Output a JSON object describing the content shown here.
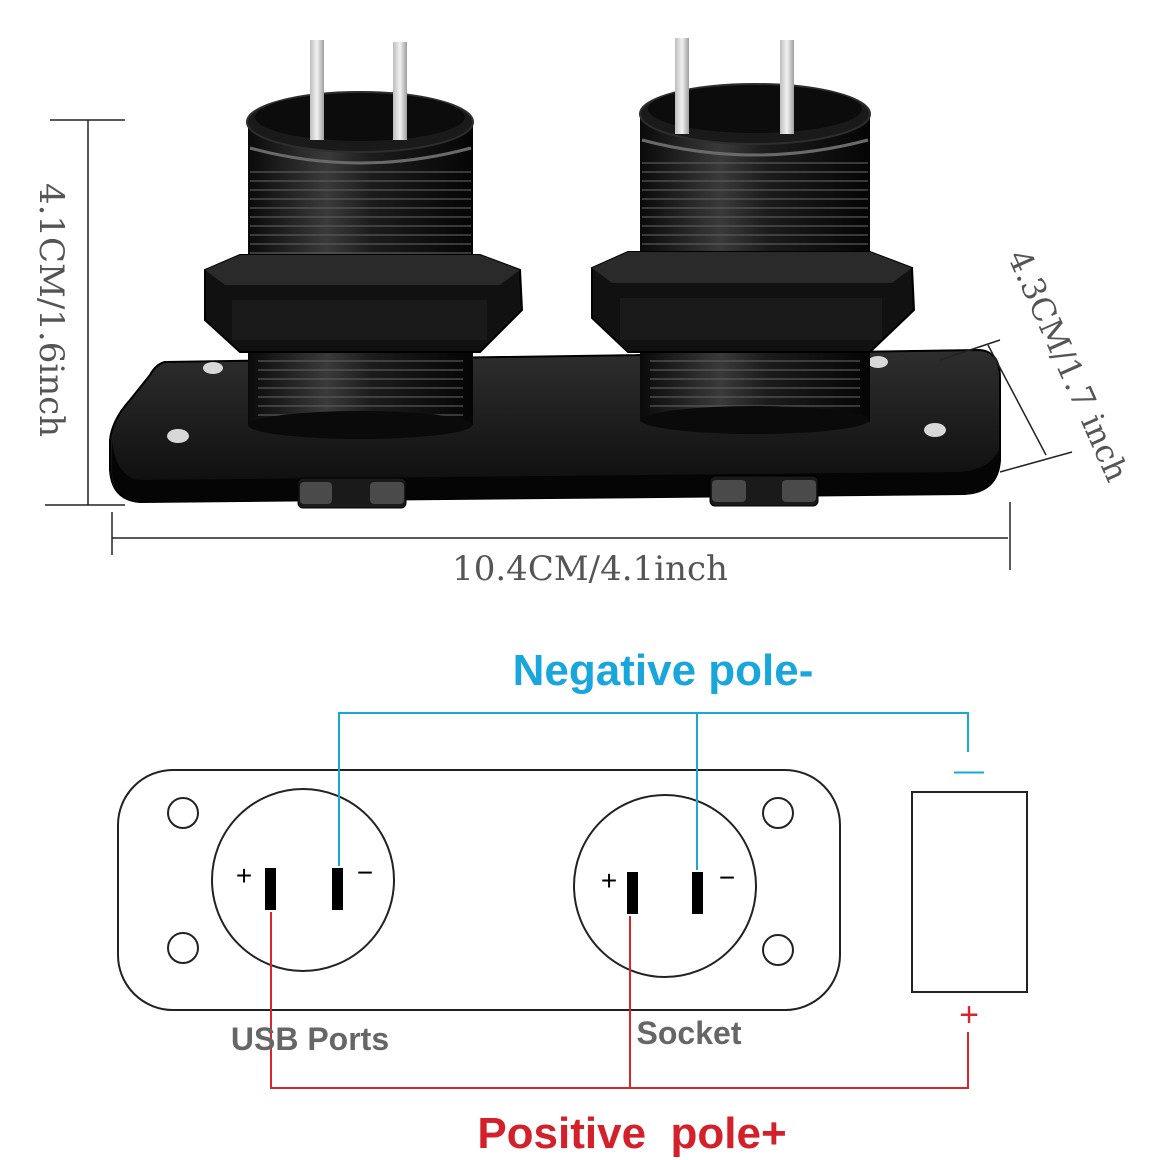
{
  "dimensions": {
    "height_label": "4.1CM/1.6inch",
    "depth_label": "4.3CM/1.7 inch",
    "width_label": "10.4CM/4.1inch"
  },
  "wiring": {
    "negative_label": "Negative pole-",
    "positive_label": "Positive  pole+",
    "usb_label": "USB Ports",
    "socket_label": "Socket",
    "plus_sign": "+",
    "minus_sign": "−",
    "battery_minus": "—",
    "battery_plus": "+"
  },
  "colors": {
    "negative_wire": "#1aa7d8",
    "positive_wire": "#d9262c",
    "negative_text": "#19a6dc",
    "positive_text": "#d4202a",
    "label_gray": "#666666"
  }
}
